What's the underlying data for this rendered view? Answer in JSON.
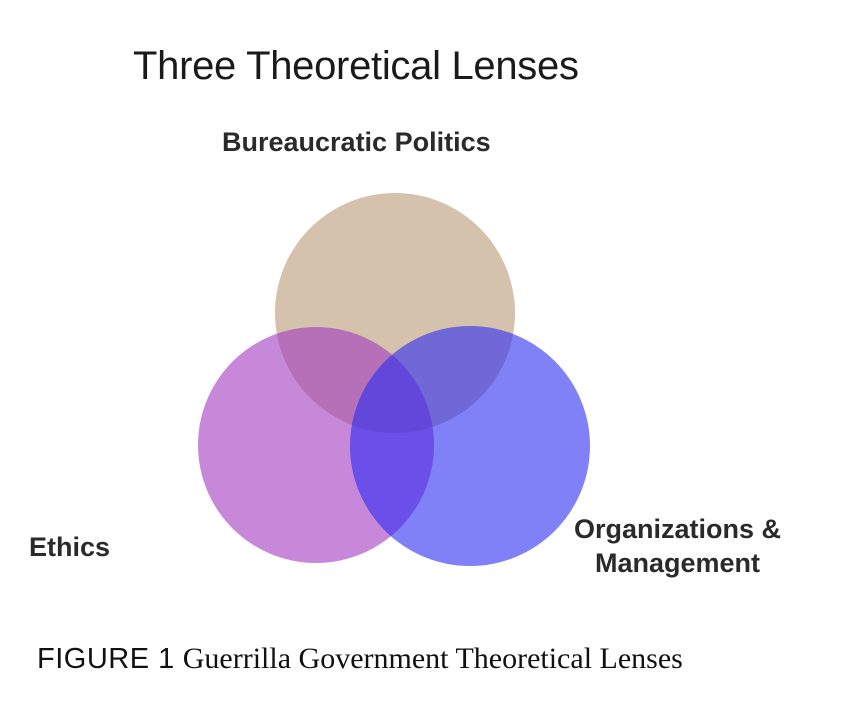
{
  "diagram": {
    "title": "Three Theoretical Lenses",
    "lenses": {
      "top": {
        "label": "Bureaucratic Politics",
        "color": "#b89a74"
      },
      "left": {
        "label": "Ethics",
        "color": "#a239c0"
      },
      "right": {
        "label_line1": "Organizations &",
        "label_line2": "Management",
        "color": "#2b2bf2"
      }
    }
  },
  "caption": {
    "number": "FIGURE 1",
    "text": "Guerrilla Government Theoretical Lenses"
  }
}
